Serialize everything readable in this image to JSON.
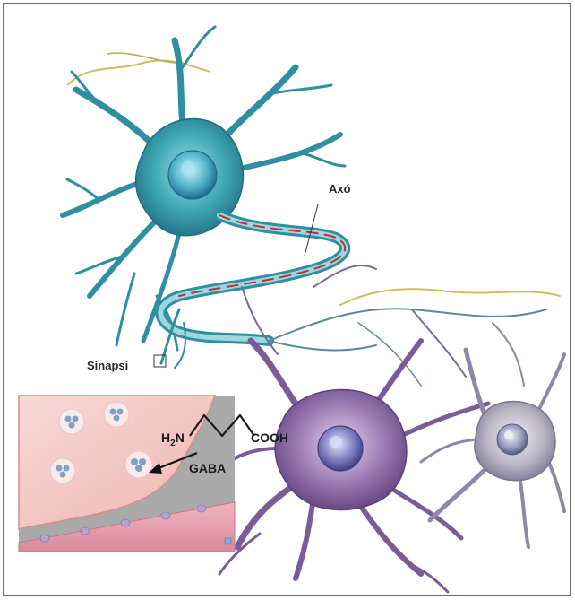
{
  "labels": {
    "axon": "Axó",
    "synapse": "Sinapsi"
  },
  "molecule": {
    "name": "GABA",
    "amine_group": "H",
    "amine_subscript": "2",
    "amine_atom": "N",
    "acid_group": "COOH"
  },
  "colors": {
    "neuron_left": "#3fa7b5",
    "neuron_middle": "#9a7bb3",
    "neuron_right": "#b8b4c4",
    "axon_core": "#c03030",
    "terminal_bg": "#f3c9c6",
    "vesicle": "#7fa3c4"
  }
}
